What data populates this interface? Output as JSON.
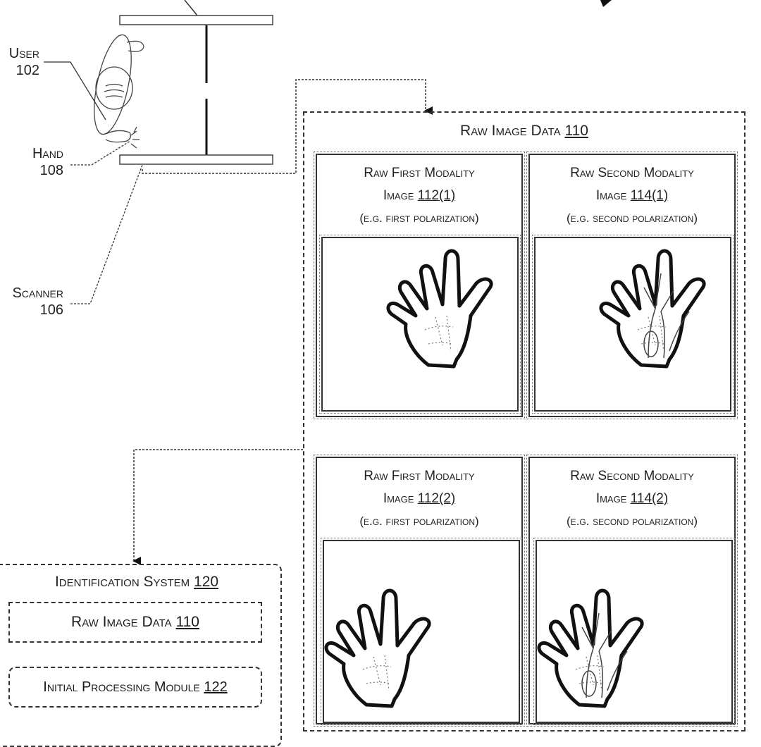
{
  "labels": {
    "user": {
      "name": "User",
      "ref": "102"
    },
    "hand": {
      "name": "Hand",
      "ref": "108"
    },
    "scanner": {
      "name": "Scanner",
      "ref": "106"
    }
  },
  "raw_image_data": {
    "title": "Raw Image Data",
    "ref": "110",
    "panels": [
      {
        "line1": "Raw First Modality",
        "line2_prefix": "Image",
        "ref": "112(1)",
        "line3": "(e.g. first polarization)",
        "image": "hand-icon"
      },
      {
        "line1": "Raw Second Modality",
        "line2_prefix": "Image",
        "ref": "114(1)",
        "line3": "(e.g. second polarization)",
        "image": "hand-veins-icon"
      },
      {
        "line1": "Raw First Modality",
        "line2_prefix": "Image",
        "ref": "112(2)",
        "line3": "(e.g. first polarization)",
        "image": "hand-icon"
      },
      {
        "line1": "Raw Second Modality",
        "line2_prefix": "Image",
        "ref": "114(2)",
        "line3": "(e.g. second polarization)",
        "image": "hand-veins-icon"
      }
    ]
  },
  "identification_system": {
    "title": "Identification System",
    "ref": "120",
    "items": [
      {
        "label": "Raw Image Data",
        "ref": "110"
      },
      {
        "label": "Initial Processing Module",
        "ref": "122"
      }
    ]
  }
}
